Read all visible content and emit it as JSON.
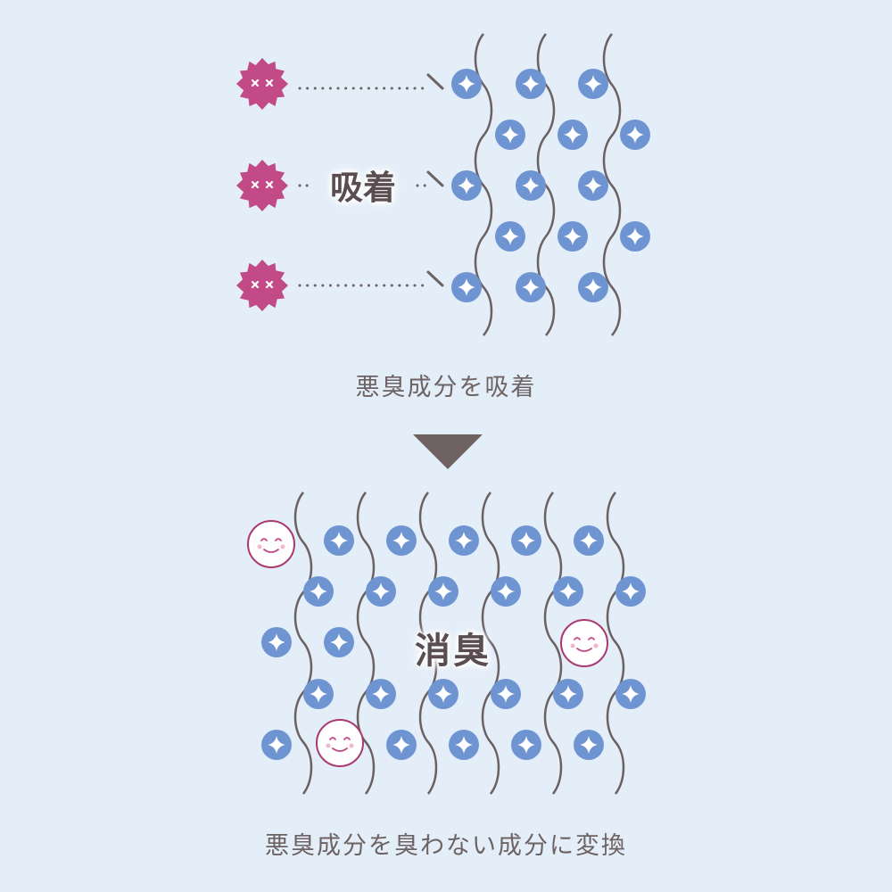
{
  "top": {
    "label": "吸着",
    "caption": "悪臭成分を吸着"
  },
  "bottom": {
    "label": "消臭",
    "caption": "悪臭成分を臭わない成分に変換"
  },
  "icons": {
    "odor": "odor-molecule-icon",
    "ion": "sparkle-ion-icon",
    "smile": "smiley-face-icon",
    "arrow": "down-triangle-icon"
  },
  "colors": {
    "background": "#e3eef9",
    "odor": "#c24a86",
    "ion": "#6e94d2",
    "fiber": "#6b6163",
    "arrow": "#6e6263",
    "smile_ring": "#a93a6f",
    "text": "#6e6363"
  }
}
